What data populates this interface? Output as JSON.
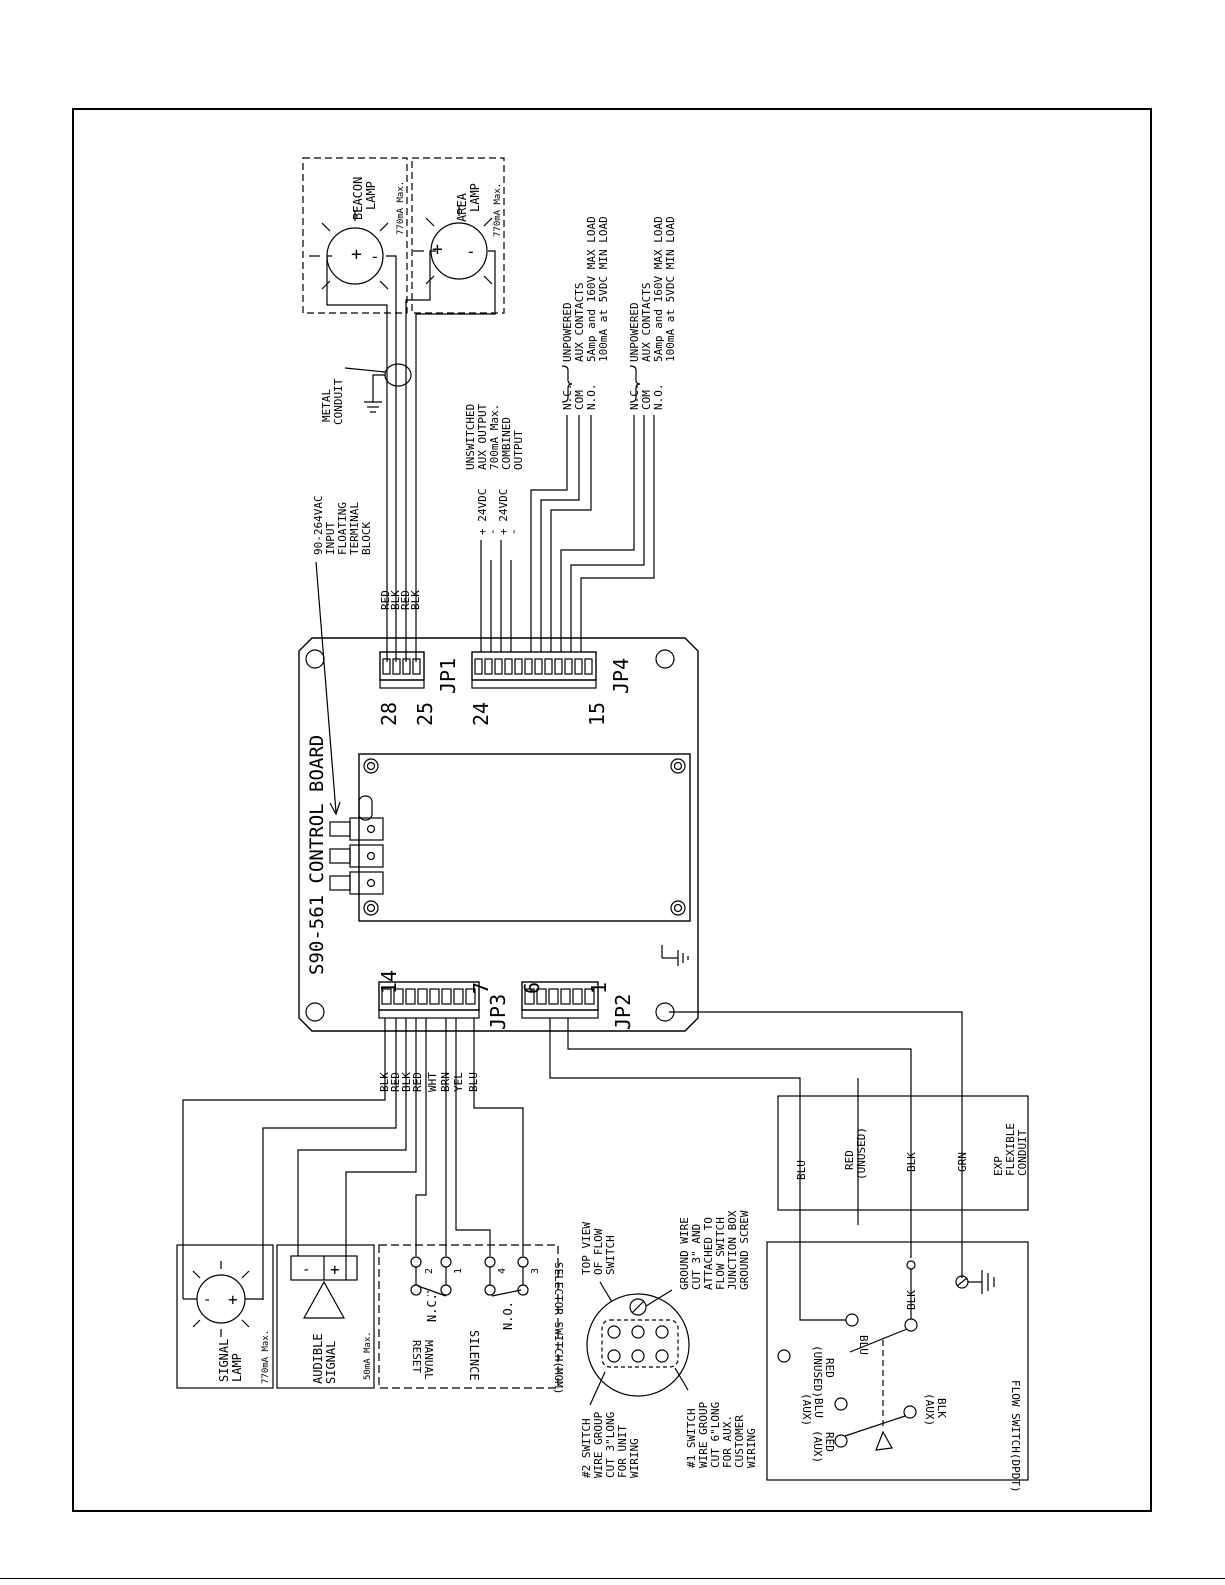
{
  "board": {
    "title": "S90-561 CONTROL BOARD"
  },
  "lamps": {
    "beacon": {
      "name": [
        "BEACON",
        "LAMP"
      ],
      "rating": "770mA Max."
    },
    "area": {
      "name": [
        "AREA",
        "LAMP"
      ],
      "rating": "770mA Max."
    },
    "signal": {
      "name": [
        "SIGNAL",
        "LAMP"
      ],
      "rating": "770mA Max."
    }
  },
  "audible": {
    "name": [
      "AUDIBLE",
      "SIGNAL"
    ],
    "rating": "50mA Max."
  },
  "conduit": {
    "metal": [
      "METAL",
      "CONDUIT"
    ],
    "exp": [
      "EXP",
      "FLEXIBLE",
      "CONDUIT"
    ]
  },
  "input_block": [
    "90-264VAC",
    "INPUT",
    "FLOATING",
    "TERMINAL",
    "BLOCK"
  ],
  "jp1": {
    "label": "JP1",
    "pin_hi": "28",
    "pin_lo": "25",
    "wires": [
      "RED",
      "BLK",
      "RED",
      "BLK"
    ]
  },
  "jp4": {
    "label": "JP4",
    "pin_hi": "24",
    "pin_lo": "15",
    "supply": [
      "+ 24VDC",
      "-",
      "+ 24VDC",
      "-"
    ],
    "supply_note": [
      "UNSWITCHED",
      "AUX OUTPUT",
      "700mA Max.",
      "COMBINED",
      "OUTPUT"
    ],
    "contacts_a": [
      "N.C.",
      "COM",
      "N.O."
    ],
    "contacts_b": [
      "N.C.",
      "COM",
      "N.O."
    ],
    "contact_note": [
      "UNPOWERED",
      "AUX CONTACTS",
      "5Amp and 160V MAX LOAD",
      "100mA at 5VDC MIN LOAD"
    ]
  },
  "jp3": {
    "label": "JP3",
    "pin_hi": "14",
    "pin_lo": "7",
    "wires": [
      "BLK",
      "RED",
      "BLK",
      "RED",
      "WHT",
      "BRN",
      "YEL",
      "BLU"
    ]
  },
  "jp2": {
    "label": "JP2",
    "pin_hi": "6",
    "pin_lo": "1"
  },
  "selector": {
    "title": "SELECTOR SWITCH(MOM)",
    "manual_reset": [
      "MANUAL",
      "RESET"
    ],
    "silence": "SILENCE",
    "nc": "N.C.",
    "no": "N.O.",
    "terminals": [
      "2",
      "1",
      "4",
      "3"
    ]
  },
  "flow_switch": {
    "title": "FLOW SWITCH(DPDT)",
    "conduit_wires": [
      "BLU",
      "RED",
      "(UNUSED)",
      "BLK",
      "GRN"
    ],
    "blk": "BLK",
    "blu": "BLU",
    "red_unused": [
      "RED",
      "(UNUSED)"
    ],
    "aux_blu": [
      "BLU",
      "(AUX)"
    ],
    "aux_red": [
      "RED",
      "(AUX)"
    ],
    "aux_blk": [
      "BLK",
      "(AUX)"
    ],
    "top_view": [
      "TOP VIEW",
      "OF FLOW",
      "SWITCH"
    ],
    "ground_note": [
      "GROUND WIRE",
      "CUT 3\" AND",
      "ATTACHED TO",
      "FLOW SWITCH",
      "JUNCTION BOX",
      "GROUND SCREW"
    ],
    "group2": [
      "#2 SWITCH",
      "WIRE GROUP",
      "CUT 3\"LONG",
      "FOR UNIT",
      "WIRING"
    ],
    "group1": [
      "#1 SWITCH",
      "WIRE GROUP",
      "CUT 6\"LONG",
      "FOR AUX.",
      "CUSTOMER",
      "WIRING"
    ]
  },
  "signal_symbols": {
    "plus": "+",
    "minus": "-"
  }
}
